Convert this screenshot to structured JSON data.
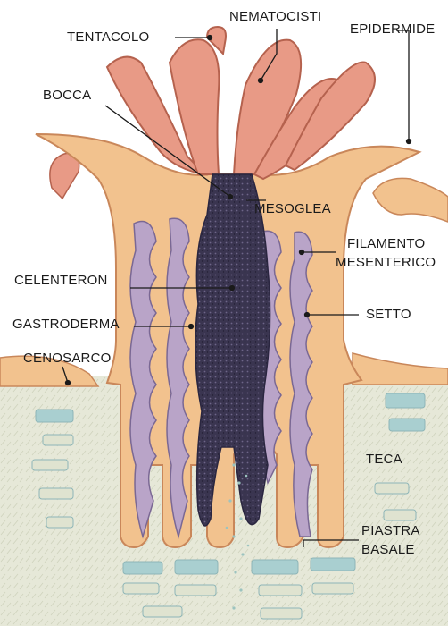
{
  "diagram": {
    "labels": {
      "nematocisti": "NEMATOCISTI",
      "tentacolo": "TENTACOLO",
      "epidermide": "EPIDERMIDE",
      "bocca": "BOCCA",
      "mesoglea": "MESOGLEA",
      "filamento_line1": "FILAMENTO",
      "filamento_line2": "MESENTERICO",
      "celenteron": "CELENTERON",
      "setto": "SETTO",
      "gastroderma": "GASTRODERMA",
      "cenosarco": "CENOSARCO",
      "teca": "TECA",
      "piastra_line1": "PIASTRA",
      "piastra_line2": "BASALE"
    },
    "colors": {
      "body": "#f2c28e",
      "body_outline": "#c9875a",
      "tentacle": "#e89a86",
      "tentacle_outline": "#b5624e",
      "septum": "#b9a4c8",
      "cavity": "#3a3550",
      "skeleton_bg": "#e5e7d6",
      "skeleton_block": "#a9cfd0"
    }
  }
}
